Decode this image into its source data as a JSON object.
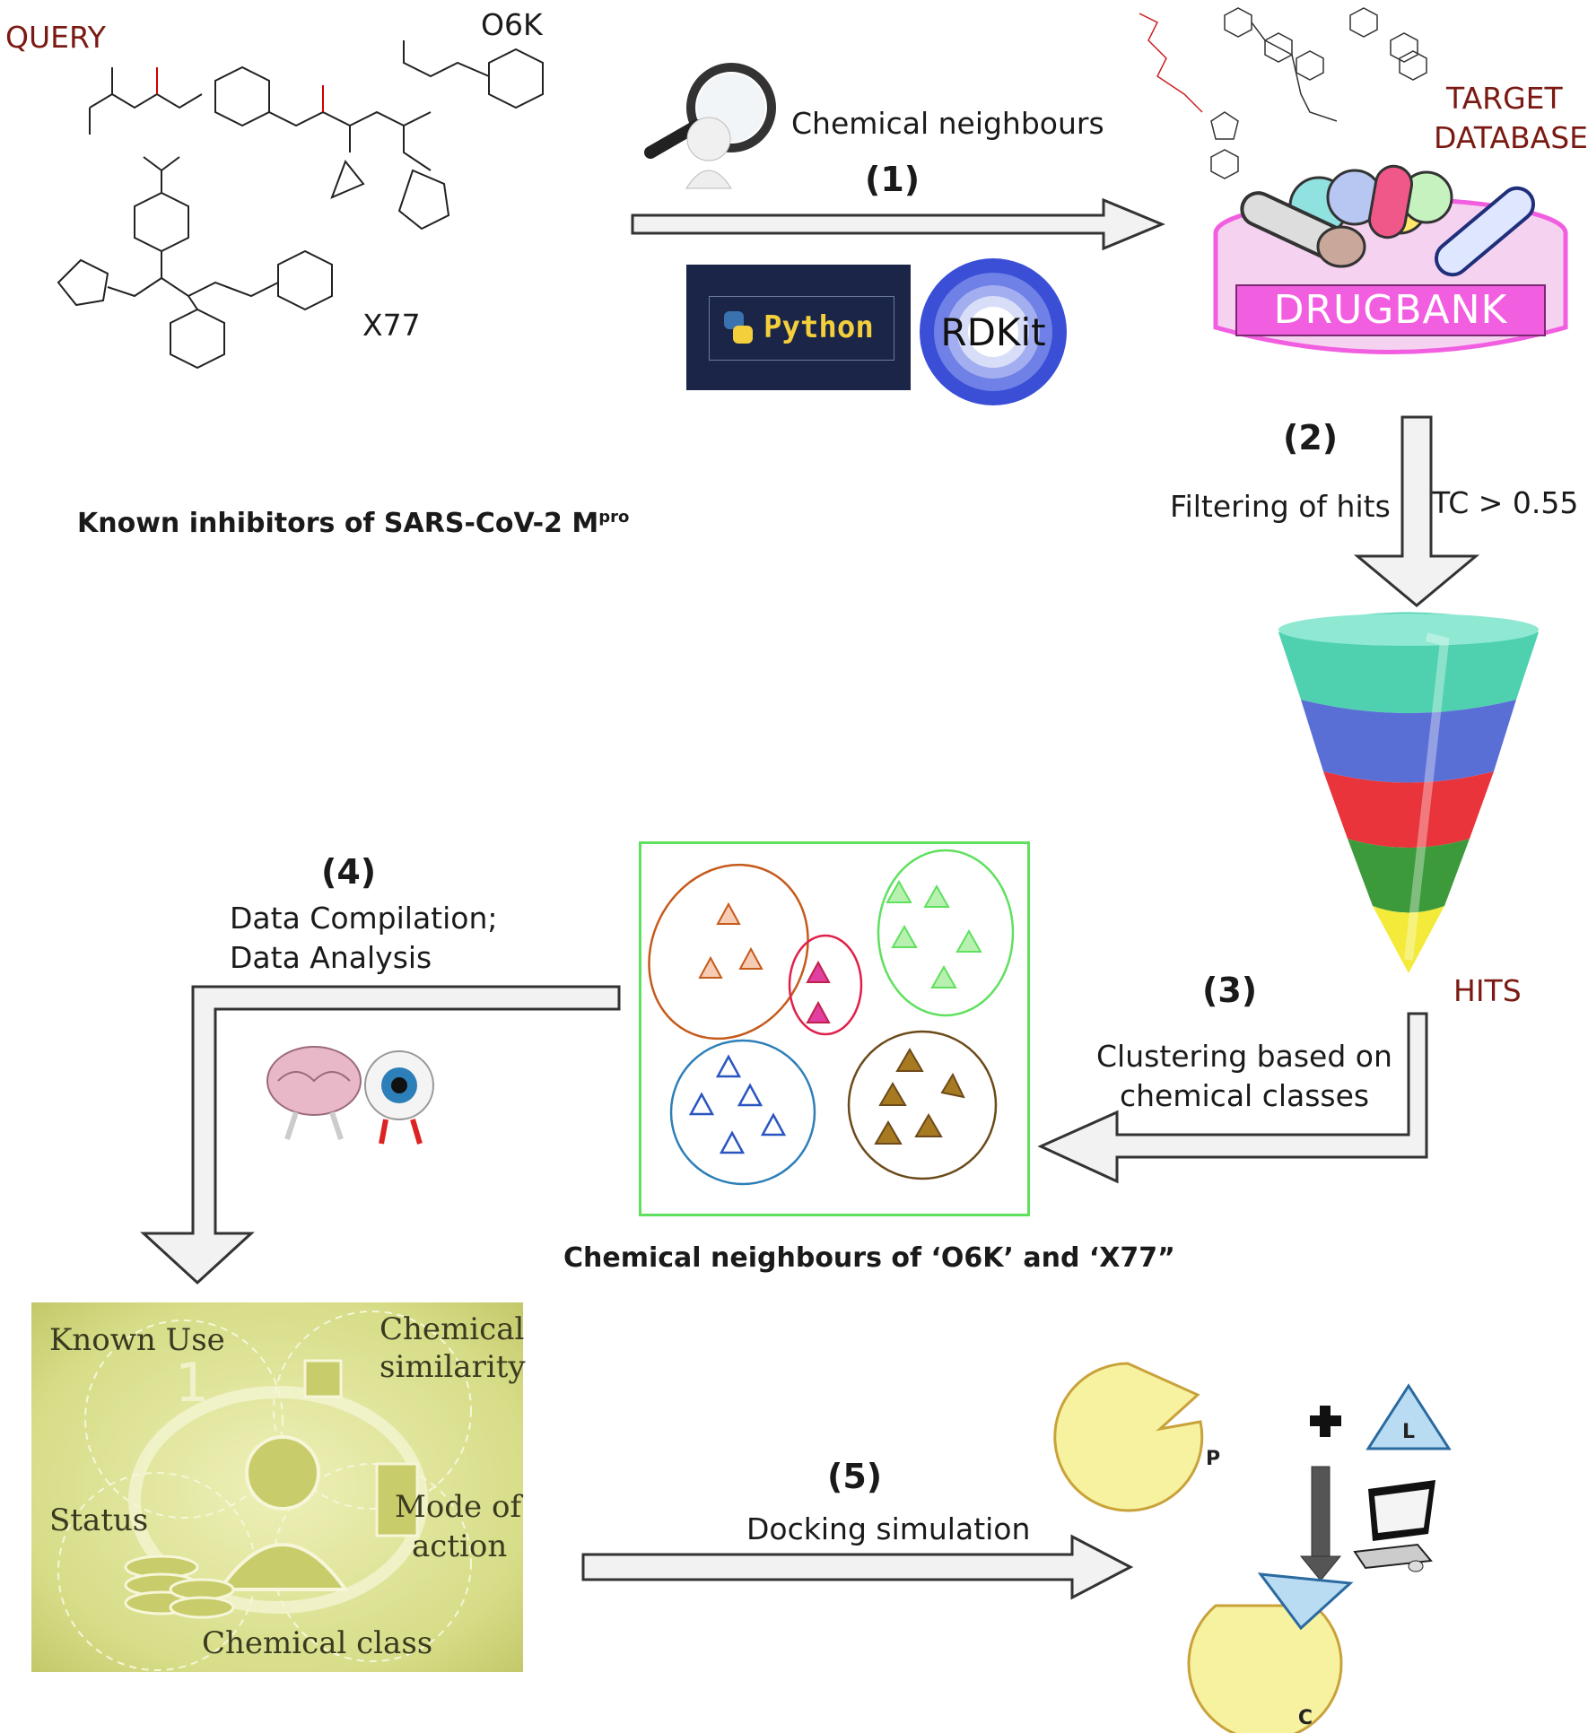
{
  "query": {
    "label": "QUERY",
    "molecule1": "O6K",
    "molecule2": "X77",
    "caption_main": "Known inhibitors of SARS-CoV-2 M",
    "caption_sup": "pro"
  },
  "step1": {
    "number": "(1)",
    "label": "Chemical neighbours",
    "logos": {
      "python": "Python",
      "rdkit": "RDKit"
    }
  },
  "target": {
    "title_line1": "TARGET",
    "title_line2": "DATABASE",
    "bank": "DRUGBANK"
  },
  "step2": {
    "number": "(2)",
    "label": "Filtering of hits",
    "threshold": "TC > 0.55"
  },
  "hits": {
    "label": "HITS"
  },
  "step3": {
    "number": "(3)",
    "label_line1": "Clustering based on",
    "label_line2": "chemical classes"
  },
  "clusters": {
    "caption": "Chemical neighbours of ‘O6K’ and ‘X77”"
  },
  "step4": {
    "number": "(4)",
    "label_line1": "Data Compilation;",
    "label_line2": "Data Analysis"
  },
  "analysis_panel": {
    "known_use": "Known Use",
    "chem_sim_1": "Chemical",
    "chem_sim_2": "similarity",
    "status": "Status",
    "moa_1": "Mode of",
    "moa_2": "action",
    "chem_class": "Chemical class"
  },
  "step5": {
    "number": "(5)",
    "label": "Docking simulation"
  },
  "docking": {
    "protein": "P",
    "ligand": "L",
    "complex": "C"
  },
  "colors": {
    "arrow_fill": "#f2f2f2",
    "arrow_stroke": "#333333",
    "maroon": "#7a1a12",
    "drugbank_pink": "#f25ee0",
    "funnel_teal": "#4fd1b0",
    "funnel_blue": "#5a6fd6",
    "funnel_red": "#e8343a",
    "funnel_green": "#3d9a3a",
    "funnel_yellow": "#f3ea3a",
    "cluster_box": "#5fe05f",
    "panel_bg": "#dfe3a0"
  }
}
